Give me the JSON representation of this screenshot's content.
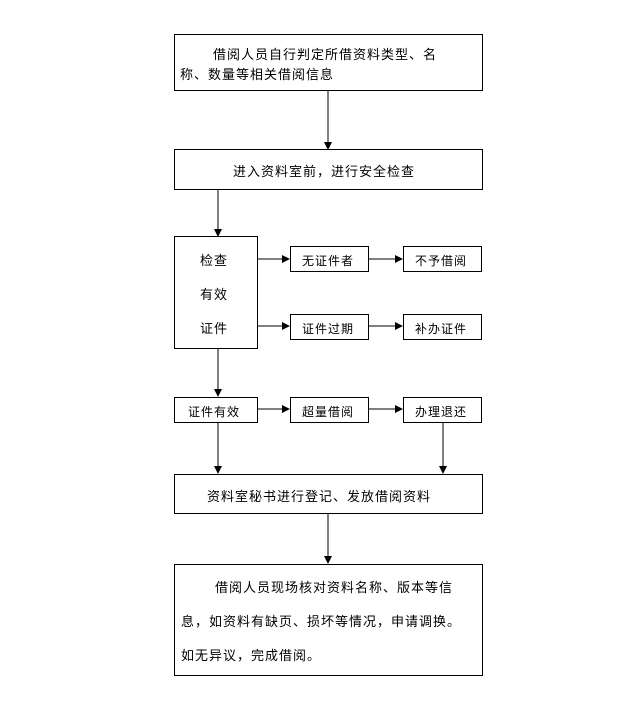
{
  "flow": {
    "step1": {
      "line1": "借阅人员自行判定所借资料类型、名",
      "line2": "称、数量等相关借阅信息"
    },
    "step2": "进入资料室前，进行安全检查",
    "check": {
      "l1": "检查",
      "l2": "有效",
      "l3": "证件"
    },
    "no_id": "无证件者",
    "no_lend": "不予借阅",
    "expired": "证件过期",
    "renew": "补办证件",
    "valid": "证件有效",
    "over": "超量借阅",
    "return": "办理退还",
    "register": "资料室秘书进行登记、发放借阅资料",
    "final": {
      "line1": "借阅人员现场核对资料名称、版本等信",
      "line2": "息，如资料有缺页、损坏等情况，申请调换。",
      "line3": "如无异议，完成借阅。"
    }
  }
}
